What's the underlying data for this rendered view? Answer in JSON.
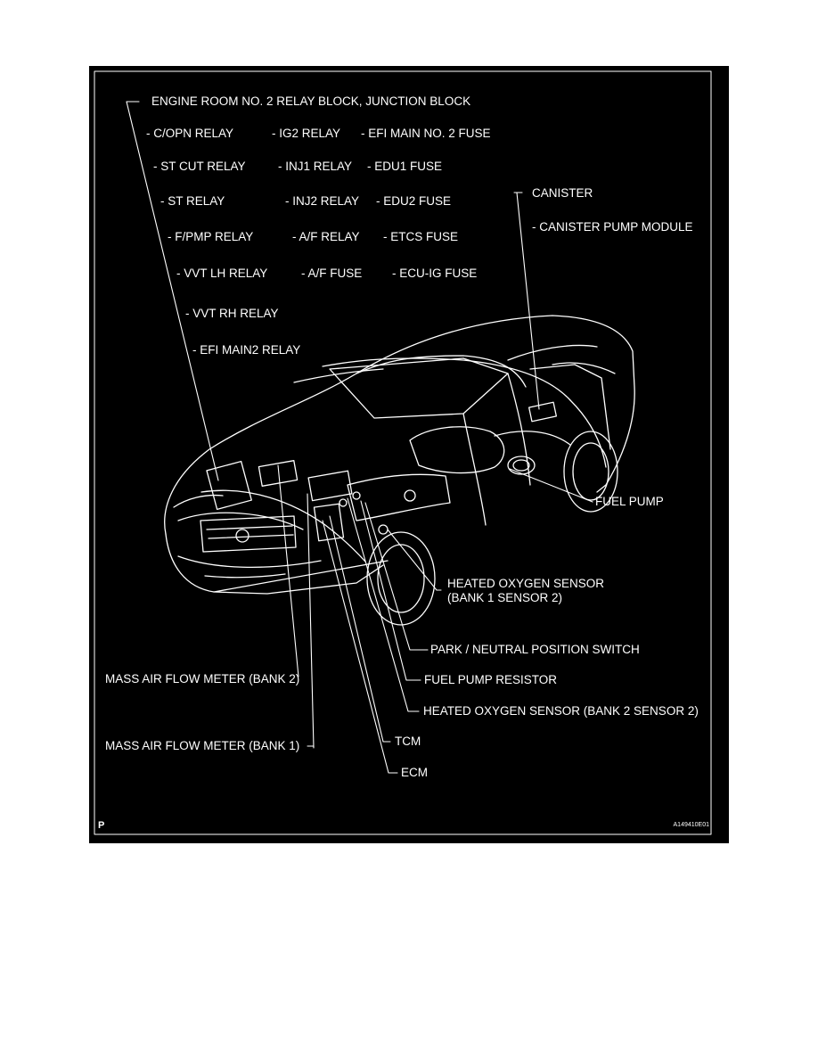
{
  "figure": {
    "relay_block_title": "ENGINE ROOM NO. 2 RELAY BLOCK, JUNCTION BLOCK",
    "relay_items": [
      "- C/OPN RELAY",
      "- IG2 RELAY",
      "- EFI MAIN NO. 2 FUSE",
      "- ST CUT RELAY",
      "- INJ1 RELAY",
      "- EDU1 FUSE",
      "- ST RELAY",
      "- INJ2 RELAY",
      "- EDU2 FUSE",
      "- F/PMP RELAY",
      "- A/F RELAY",
      "- ETCS FUSE",
      "- VVT LH RELAY",
      "- A/F FUSE",
      "- ECU-IG FUSE",
      "- VVT RH RELAY",
      "- EFI MAIN2 RELAY"
    ],
    "canister": "CANISTER",
    "canister_pump_module": "- CANISTER PUMP MODULE",
    "fuel_pump": "FUEL PUMP",
    "ho2_bank1_line1": "HEATED OXYGEN SENSOR",
    "ho2_bank1_line2": "(BANK 1 SENSOR 2)",
    "park_neutral_switch": "PARK / NEUTRAL POSITION SWITCH",
    "fuel_pump_resistor": "FUEL PUMP RESISTOR",
    "ho2_bank2": "HEATED OXYGEN SENSOR (BANK 2 SENSOR 2)",
    "tcm": "TCM",
    "ecm": "ECM",
    "maf_bank2": "MASS AIR FLOW METER (BANK 2)",
    "maf_bank1": "MASS AIR FLOW METER (BANK 1)",
    "corner_letter": "P",
    "figure_id": "A149410E01"
  },
  "colors": {
    "background": "#000000",
    "ink": "#ffffff",
    "page": "#ffffff"
  }
}
